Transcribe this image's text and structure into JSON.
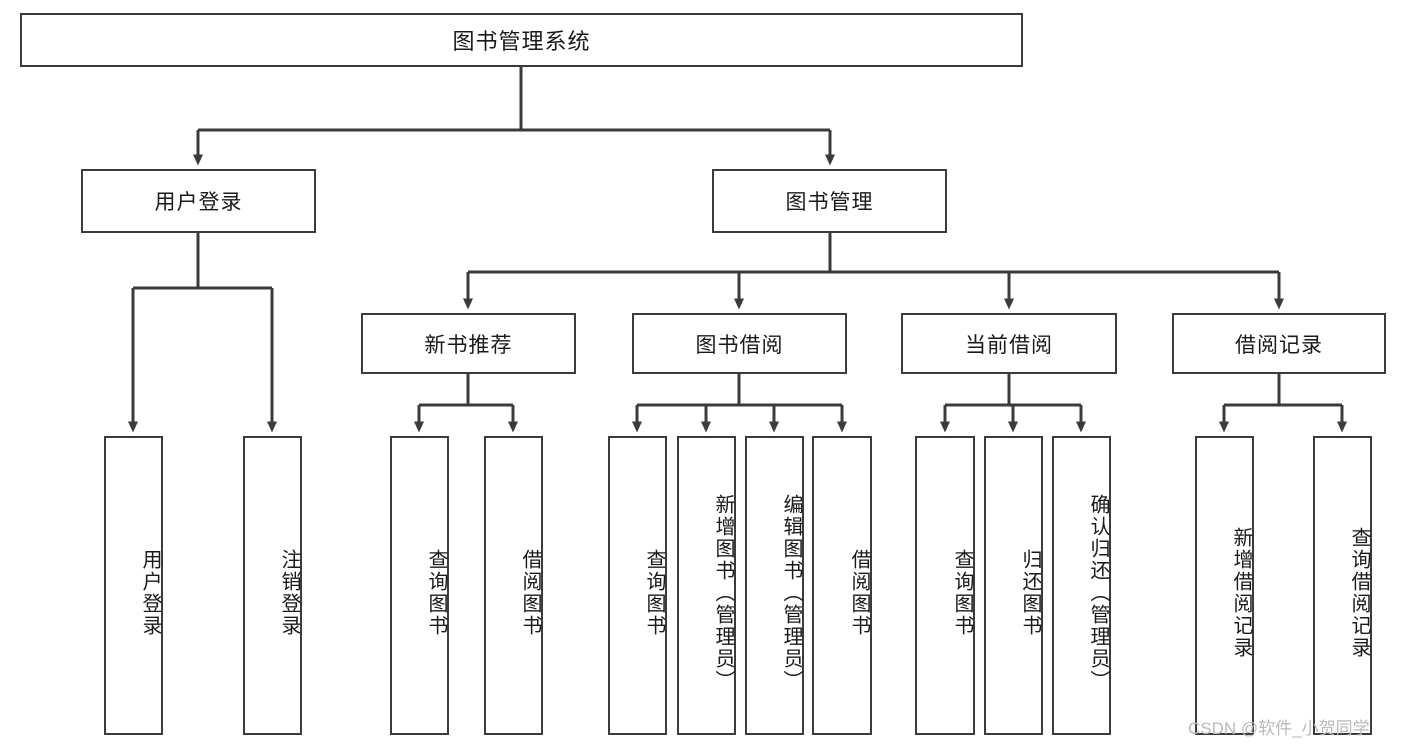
{
  "diagram": {
    "type": "tree-hierarchy-chart",
    "title": "图书管理系统",
    "root": {
      "label": "图书管理系统"
    },
    "level2": [
      {
        "label": "用户登录"
      },
      {
        "label": "图书管理"
      }
    ],
    "level3": [
      {
        "label": "新书推荐"
      },
      {
        "label": "图书借阅"
      },
      {
        "label": "当前借阅"
      },
      {
        "label": "借阅记录"
      }
    ],
    "leaves": {
      "user_login": [
        {
          "label": "用户登录"
        },
        {
          "label": "注销登录"
        }
      ],
      "new_book_recommend": [
        {
          "label": "查询图书"
        },
        {
          "label": "借阅图书"
        }
      ],
      "book_borrow": [
        {
          "label": "查询图书"
        },
        {
          "label": "新增图书（管理员）"
        },
        {
          "label": "编辑图书（管理员）"
        },
        {
          "label": "借阅图书"
        }
      ],
      "current_borrow": [
        {
          "label": "查询图书"
        },
        {
          "label": "归还图书"
        },
        {
          "label": "确认归还（管理员）"
        }
      ],
      "borrow_record": [
        {
          "label": "新增借阅记录"
        },
        {
          "label": "查询借阅记录"
        }
      ]
    }
  },
  "watermark": {
    "text": "CSDN @软件_小贺同学"
  },
  "colors": {
    "stroke": "#3b3b3b",
    "fill": "#ffffff",
    "text": "#1a1a1a",
    "watermark": "#b9b9b9"
  }
}
